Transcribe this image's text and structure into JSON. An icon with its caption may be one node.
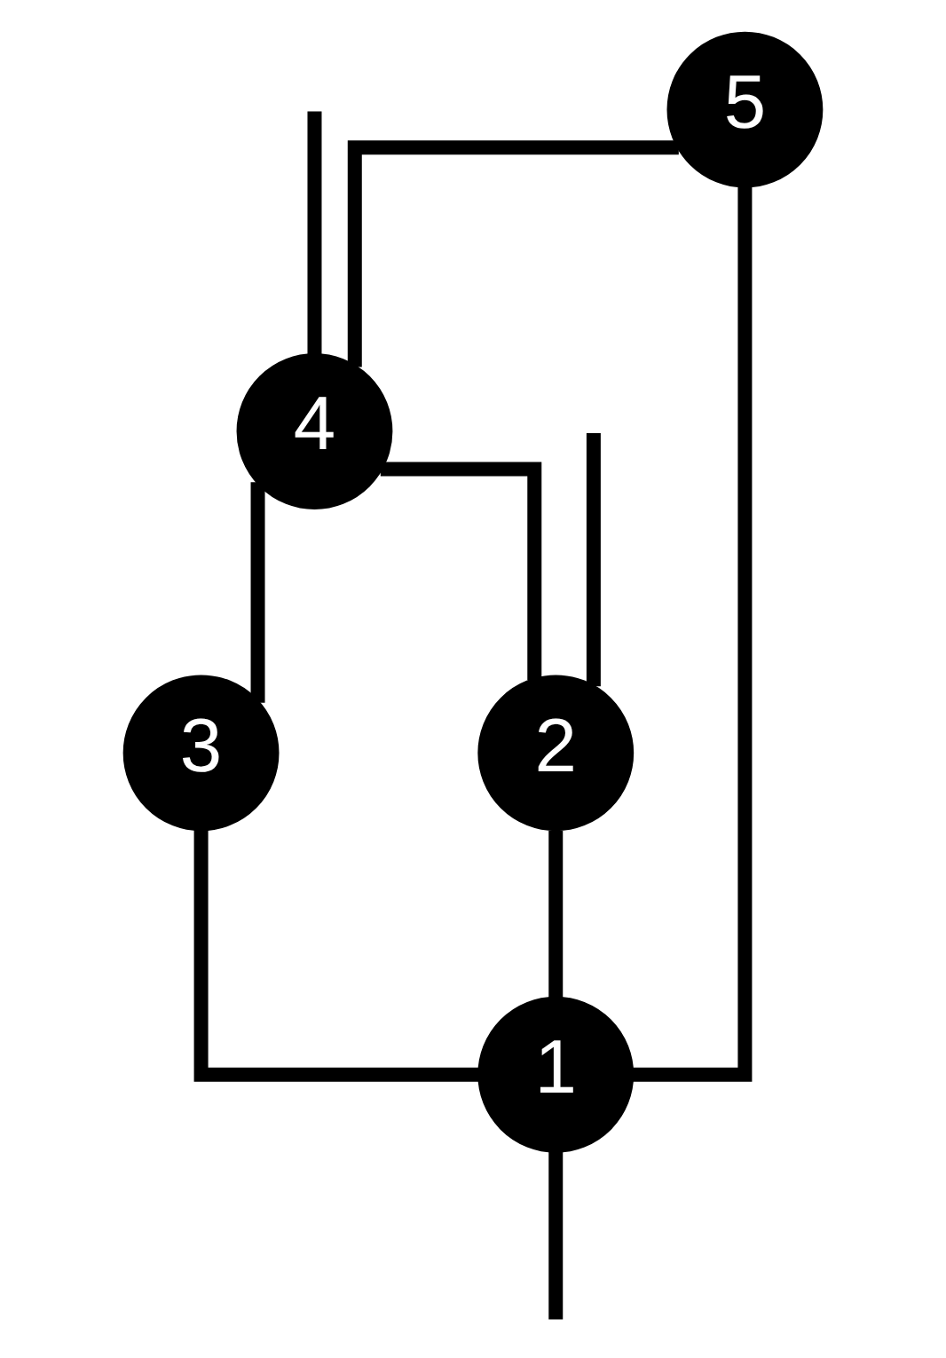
{
  "diagram": {
    "nodes": [
      {
        "text": [
          "1"
        ]
      },
      {
        "text": [
          "2"
        ]
      },
      {
        "text": [
          "3"
        ]
      },
      {
        "text": [
          "4"
        ]
      },
      {
        "text": [
          "5"
        ]
      }
    ],
    "edges": [
      {
        "from": null,
        "to": 0,
        "arrow": "none"
      },
      {
        "from": 0,
        "to": 2,
        "arrow": "none"
      },
      {
        "from": 0,
        "to": 4,
        "arrow": "none"
      },
      {
        "from": 0,
        "to": 1,
        "arrow": "none"
      },
      {
        "from": 1,
        "to": null,
        "arrow": "none"
      },
      {
        "from": 1,
        "to": 3,
        "arrow": "none"
      },
      {
        "from": 2,
        "to": 3,
        "arrow": "none"
      },
      {
        "from": 3,
        "to": 4,
        "arrow": "none"
      },
      {
        "from": 3,
        "to": null,
        "arrow": "none"
      }
    ]
  }
}
